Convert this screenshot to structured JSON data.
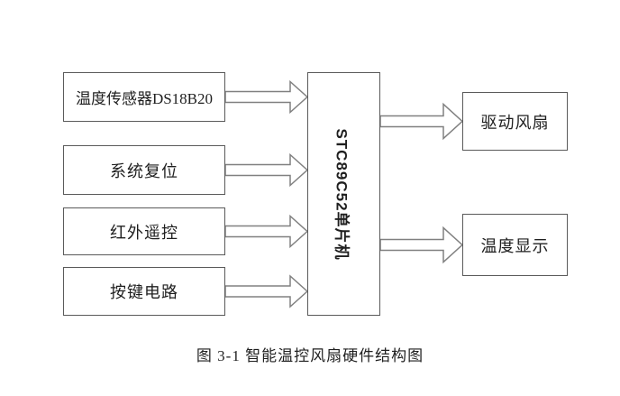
{
  "diagram": {
    "caption": "图 3-1 智能温控风扇硬件结构图",
    "controller": {
      "label": "STC89C52单片机"
    },
    "inputs": [
      {
        "label": "温度传感器DS18B20"
      },
      {
        "label": "系统复位"
      },
      {
        "label": "红外遥控"
      },
      {
        "label": "按键电路"
      }
    ],
    "outputs": [
      {
        "label": "驱动风扇"
      },
      {
        "label": "温度显示"
      }
    ],
    "colors": {
      "box_border": "#5a5a5a",
      "arrow_outline": "#808080",
      "arrow_fill": "#ffffff",
      "text": "#1f1f1f",
      "background": "#ffffff"
    }
  }
}
